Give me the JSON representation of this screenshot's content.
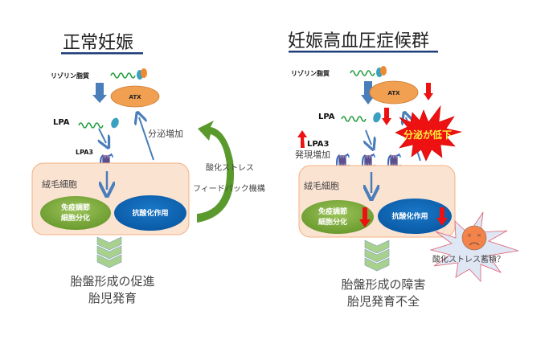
{
  "left_panel": {
    "title": "正常妊娠",
    "lysophospholipid_label": "リゾリン脂質",
    "atx_label": "ATX",
    "lpa_label": "LPA",
    "lpa3_label": "LPA3",
    "secretion_label": "分泌増加",
    "cell_label": "絨毛細胞",
    "oval_green_line1": "免疫調節",
    "oval_green_line2": "細胞分化",
    "oval_blue": "抗酸化作用",
    "feedback_line1": "酸化ストレス",
    "feedback_line2": "フィードバック機構",
    "outcome_line1": "胎盤形成の促進",
    "outcome_line2": "胎児発育"
  },
  "right_panel": {
    "title": "妊娠高血圧症候群",
    "lysophospholipid_label": "リゾリン脂質",
    "atx_label": "ATX",
    "lpa_label": "LPA",
    "lpa3_label": "LPA3",
    "lpa3_sub": "発現増加",
    "burst_label": "分泌が低下",
    "cell_label": "絨毛細胞",
    "oval_green_line1": "免疫調節",
    "oval_green_line2": "細胞分化",
    "oval_blue": "抗酸化作用",
    "stress_label": "酸化ストレス蓄積？",
    "outcome_line1": "胎盤形成の障害",
    "outcome_line2": "胎児発育不全"
  },
  "colors": {
    "title_underline": "#1f3d7a",
    "arrow_blue": "#4a7ebb",
    "atx_orange": "#f0a050",
    "cell_fill": "#fbe3d2",
    "cell_stroke": "#f4b183",
    "green_oval": "#7aaa3a",
    "blue_oval": "#0b64b5",
    "feedback_green": "#5a9a2c",
    "red_arrow": "#ee1111",
    "chevron_green": "#a9d18e",
    "burst_red": "#ee1111",
    "stress_burst": "#dfe6f4"
  }
}
